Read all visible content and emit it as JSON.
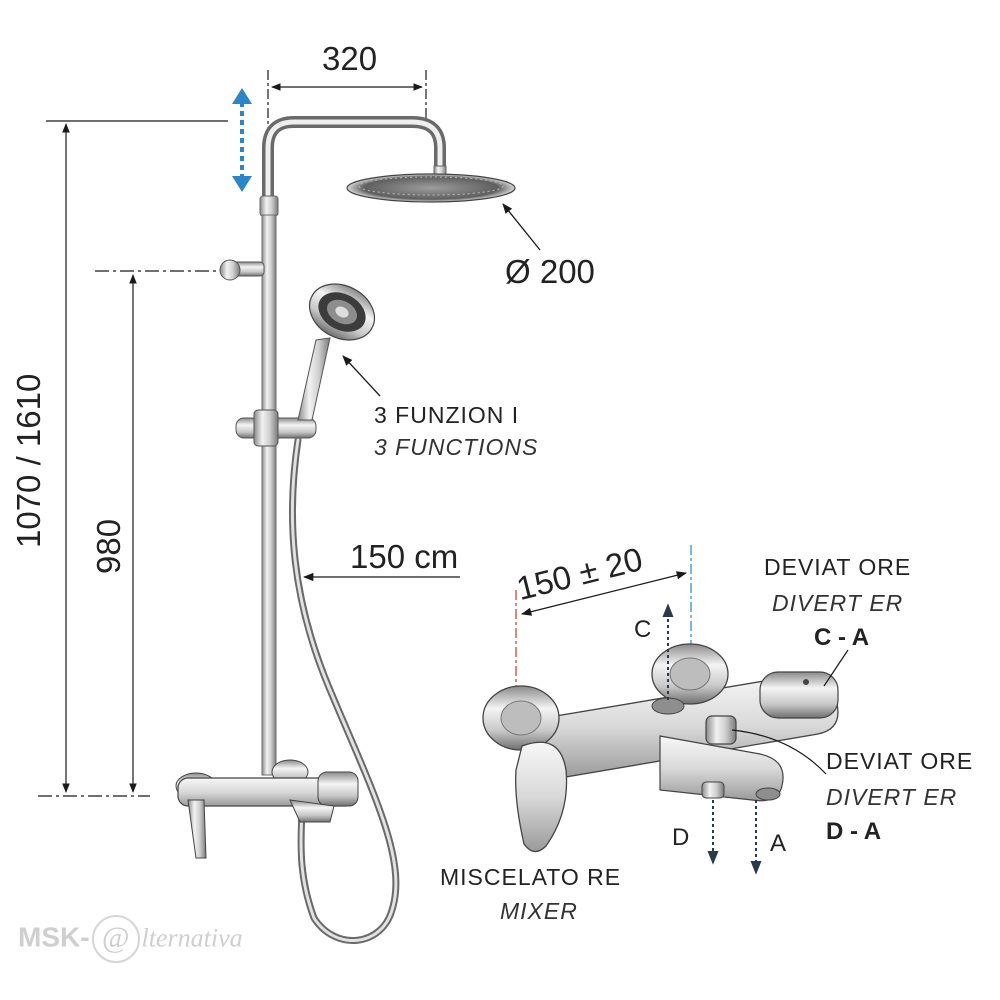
{
  "dimensions": {
    "shower_head_offset": "320",
    "shower_head_diameter": "Ø 200",
    "total_height": "1070 / 1610",
    "support_height": "980",
    "hose_length": "150 cm",
    "mixer_center_distance": "150 ± 20"
  },
  "hand_shower": {
    "label_it": "3 FUNZION I",
    "label_en": "3 FUNCTIONS"
  },
  "diverter_top": {
    "label_it": "DEVIAT ORE",
    "label_en": "DIVERT ER",
    "code": "C - A"
  },
  "diverter_bottom": {
    "label_it": "DEVIAT ORE",
    "label_en": "DIVERT ER",
    "code": "D - A"
  },
  "mixer": {
    "label_it": "MISCELATO RE",
    "label_en": "MIXER"
  },
  "outlets": {
    "c": "C",
    "d": "D",
    "a": "A"
  },
  "watermark": {
    "prefix": "MSK-",
    "at": "@",
    "suffix": "lternativa"
  },
  "colors": {
    "arrow_blue": "#2a86c8",
    "dim_line": "#1a1a1a",
    "chrome_dark": "#6e6e6e",
    "chrome_light": "#e6e6e6",
    "watermark": "#cfcfcf"
  }
}
